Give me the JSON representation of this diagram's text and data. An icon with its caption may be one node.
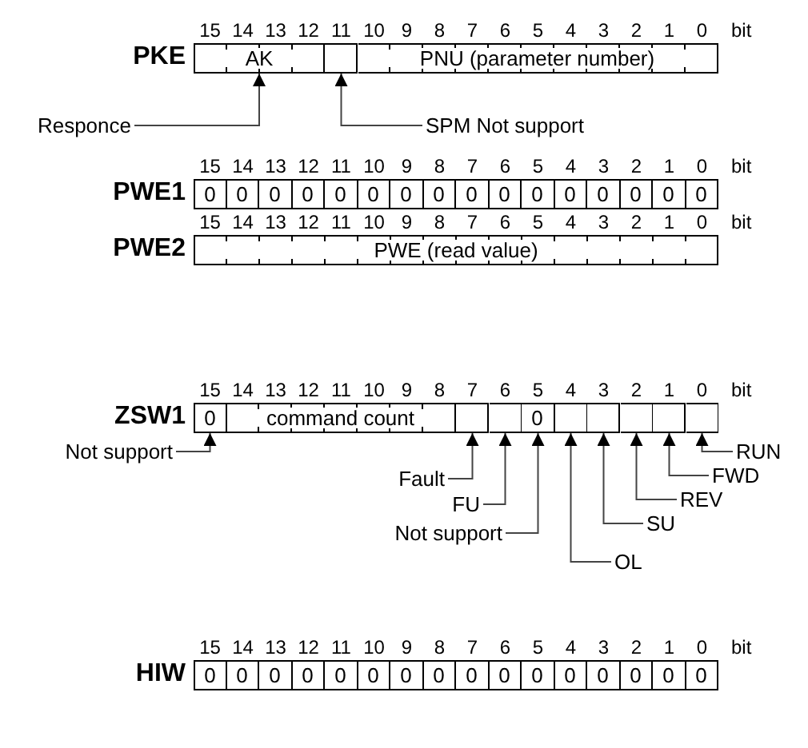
{
  "diagram": {
    "nodes": [
      {
        "text": [
          "PKE"
        ]
      },
      {
        "text": [
          "AK"
        ],
        "in": 0
      },
      {
        "text": [],
        "shape": "box",
        "in": 0
      },
      {
        "text": [
          "PNU (parameter number)"
        ],
        "in": 0
      },
      {
        "text": [
          "Responce"
        ]
      },
      {
        "text": [
          "SPM Not support"
        ]
      },
      {
        "text": [
          "PWE1"
        ]
      },
      {
        "text": [
          "0"
        ],
        "in": 6
      },
      {
        "text": [
          "0"
        ],
        "in": 6
      },
      {
        "text": [
          "0"
        ],
        "in": 6
      },
      {
        "text": [
          "0"
        ],
        "in": 6
      },
      {
        "text": [
          "0"
        ],
        "in": 6
      },
      {
        "text": [
          "0"
        ],
        "in": 6
      },
      {
        "text": [
          "0"
        ],
        "in": 6
      },
      {
        "text": [
          "0"
        ],
        "in": 6
      },
      {
        "text": [
          "0"
        ],
        "in": 6
      },
      {
        "text": [
          "0"
        ],
        "in": 6
      },
      {
        "text": [
          "0"
        ],
        "in": 6
      },
      {
        "text": [
          "0"
        ],
        "in": 6
      },
      {
        "text": [
          "0"
        ],
        "in": 6
      },
      {
        "text": [
          "0"
        ],
        "in": 6
      },
      {
        "text": [
          "0"
        ],
        "in": 6
      },
      {
        "text": [
          "0"
        ],
        "in": 6
      },
      {
        "text": [
          "PWE2"
        ]
      },
      {
        "text": [
          "PWE (read value)"
        ],
        "in": 23
      },
      {
        "text": [
          "ZSW1"
        ]
      },
      {
        "text": [
          "0"
        ],
        "in": 25
      },
      {
        "text": [
          "command count"
        ],
        "in": 25
      },
      {
        "text": [],
        "shape": "box",
        "in": 25
      },
      {
        "text": [],
        "shape": "box",
        "in": 25
      },
      {
        "text": [
          "0"
        ],
        "in": 25
      },
      {
        "text": [],
        "shape": "box",
        "in": 25
      },
      {
        "text": [],
        "shape": "box",
        "in": 25
      },
      {
        "text": [],
        "shape": "box",
        "in": 25
      },
      {
        "text": [],
        "shape": "box",
        "in": 25
      },
      {
        "text": [],
        "shape": "box",
        "in": 25
      },
      {
        "text": [
          "Not support"
        ]
      },
      {
        "text": [
          "Fault"
        ]
      },
      {
        "text": [
          "FU"
        ]
      },
      {
        "text": [
          "Not support"
        ]
      },
      {
        "text": [
          "OL"
        ]
      },
      {
        "text": [
          "SU"
        ]
      },
      {
        "text": [
          "REV"
        ]
      },
      {
        "text": [
          "FWD"
        ]
      },
      {
        "text": [
          "RUN"
        ]
      },
      {
        "text": [
          "HIW"
        ]
      },
      {
        "text": [
          "0"
        ],
        "in": 45
      },
      {
        "text": [
          "0"
        ],
        "in": 45
      },
      {
        "text": [
          "0"
        ],
        "in": 45
      },
      {
        "text": [
          "0"
        ],
        "in": 45
      },
      {
        "text": [
          "0"
        ],
        "in": 45
      },
      {
        "text": [
          "0"
        ],
        "in": 45
      },
      {
        "text": [
          "0"
        ],
        "in": 45
      },
      {
        "text": [
          "0"
        ],
        "in": 45
      },
      {
        "text": [
          "0"
        ],
        "in": 45
      },
      {
        "text": [
          "0"
        ],
        "in": 45
      },
      {
        "text": [
          "0"
        ],
        "in": 45
      },
      {
        "text": [
          "0"
        ],
        "in": 45
      },
      {
        "text": [
          "0"
        ],
        "in": 45
      },
      {
        "text": [
          "0"
        ],
        "in": 45
      },
      {
        "text": [
          "0"
        ],
        "in": 45
      },
      {
        "text": [
          "0"
        ],
        "in": 45
      }
    ],
    "edges": [
      {
        "from": 4,
        "to": 1,
        "arrow": "to"
      },
      {
        "from": 5,
        "to": 2,
        "arrow": "to"
      },
      {
        "from": 36,
        "to": 26,
        "arrow": "to"
      },
      {
        "from": 37,
        "to": 28,
        "arrow": "to"
      },
      {
        "from": 38,
        "to": 29,
        "arrow": "to"
      },
      {
        "from": 39,
        "to": 30,
        "arrow": "to"
      },
      {
        "from": 40,
        "to": 31,
        "arrow": "to"
      },
      {
        "from": 41,
        "to": 32,
        "arrow": "to"
      },
      {
        "from": 42,
        "to": 33,
        "arrow": "to"
      },
      {
        "from": 43,
        "to": 34,
        "arrow": "to"
      },
      {
        "from": 44,
        "to": 35,
        "arrow": "to"
      }
    ],
    "labels": [
      "15",
      "14",
      "13",
      "12",
      "11",
      "10",
      "9",
      "8",
      "7",
      "6",
      "5",
      "4",
      "3",
      "2",
      "1",
      "0",
      "bit",
      "15",
      "14",
      "13",
      "12",
      "11",
      "10",
      "9",
      "8",
      "7",
      "6",
      "5",
      "4",
      "3",
      "2",
      "1",
      "0",
      "bit",
      "15",
      "14",
      "13",
      "12",
      "11",
      "10",
      "9",
      "8",
      "7",
      "6",
      "5",
      "4",
      "3",
      "2",
      "1",
      "0",
      "bit",
      "15",
      "14",
      "13",
      "12",
      "11",
      "10",
      "9",
      "8",
      "7",
      "6",
      "5",
      "4",
      "3",
      "2",
      "1",
      "0",
      "bit",
      "15",
      "14",
      "13",
      "12",
      "11",
      "10",
      "9",
      "8",
      "7",
      "6",
      "5",
      "4",
      "3",
      "2",
      "1",
      "0",
      "bit"
    ]
  }
}
